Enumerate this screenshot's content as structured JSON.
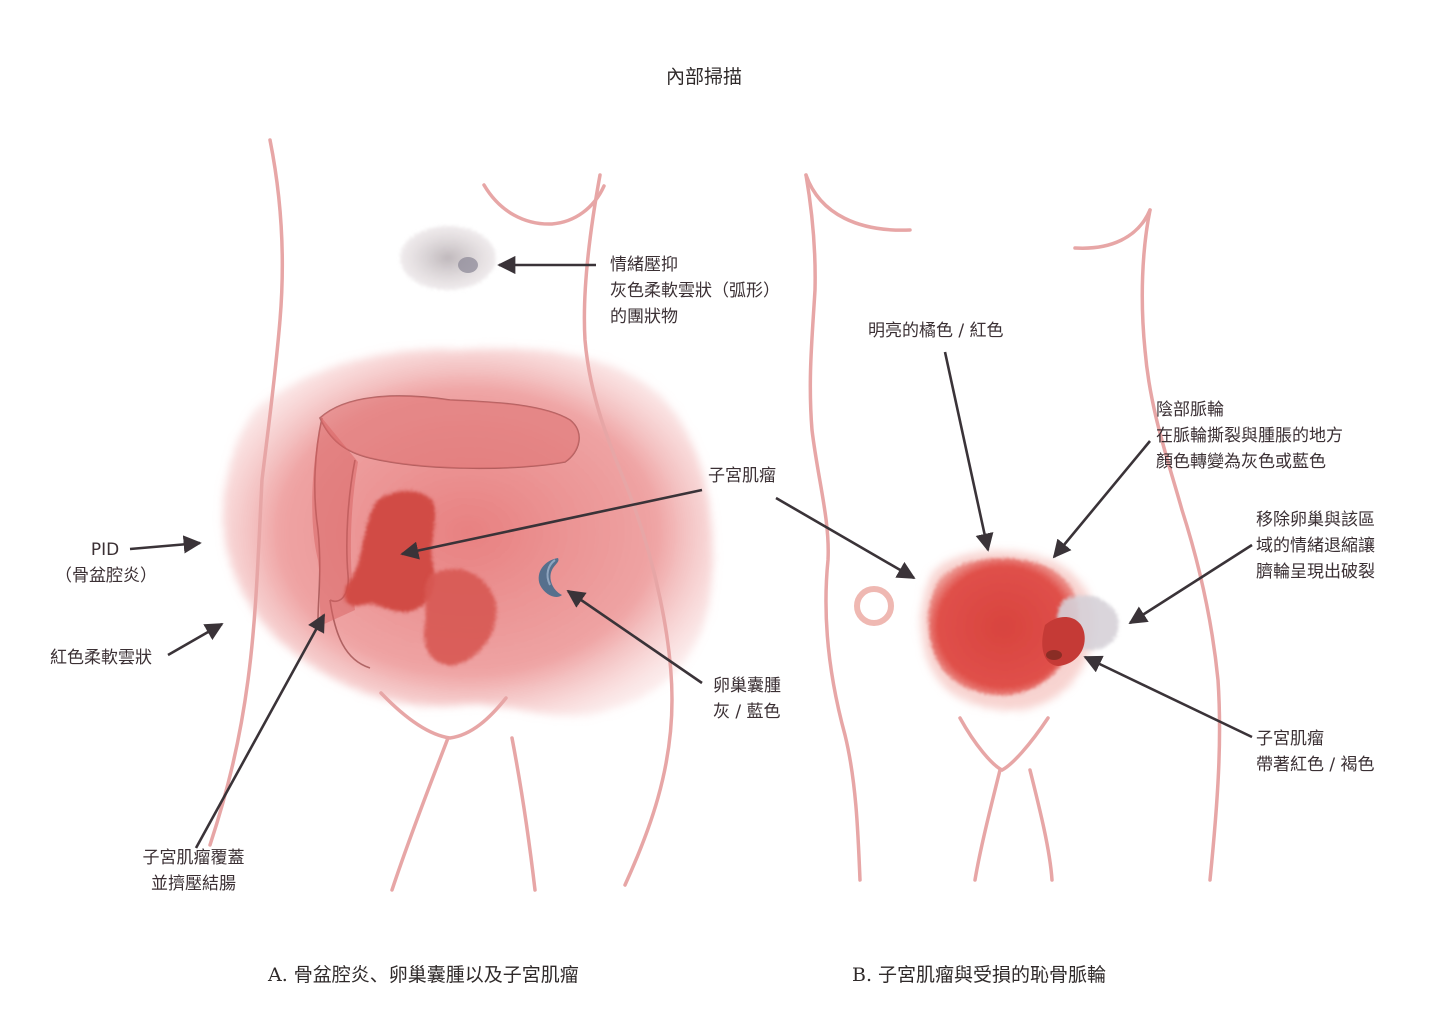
{
  "page_title": "內部掃描",
  "panels": {
    "a": {
      "caption": "A. 骨盆腔炎、卵巢囊腫以及子宮肌瘤",
      "labels": {
        "emotion_suppress": [
          "情緒壓抑",
          "灰色柔軟雲狀（弧形）",
          "的團狀物"
        ],
        "fibroid": [
          "子宮肌瘤"
        ],
        "pid": [
          "PID",
          "（骨盆腔炎）"
        ],
        "red_cloud": [
          "紅色柔軟雲狀"
        ],
        "ovarian_cyst": [
          "卵巢囊腫",
          "灰 / 藍色"
        ],
        "fibroid_colon": [
          "子宮肌瘤覆蓋",
          "並擠壓結腸"
        ]
      }
    },
    "b": {
      "caption": "B. 子宮肌瘤與受損的恥骨脈輪",
      "labels": {
        "bright_color": [
          "明亮的橘色 / 紅色"
        ],
        "pubic_chakra": [
          "陰部脈輪",
          "在脈輪撕裂與腫脹的地方",
          "顏色轉變為灰色或藍色"
        ],
        "ovary_removed": [
          "移除卵巢與該區",
          "域的情緒退縮讓",
          "臍輪呈現出破裂"
        ],
        "fibroid_red_brown": [
          "子宮肌瘤",
          "帶著紅色 / 褐色"
        ]
      }
    }
  },
  "colors": {
    "body_outline": "#e7a6a6",
    "red_cloud": "#e26c6c",
    "fibroid": "#d44a44",
    "arrow": "#3a3338",
    "gray_cloud": "#c9c2c4",
    "cyst": "#5d7692"
  }
}
